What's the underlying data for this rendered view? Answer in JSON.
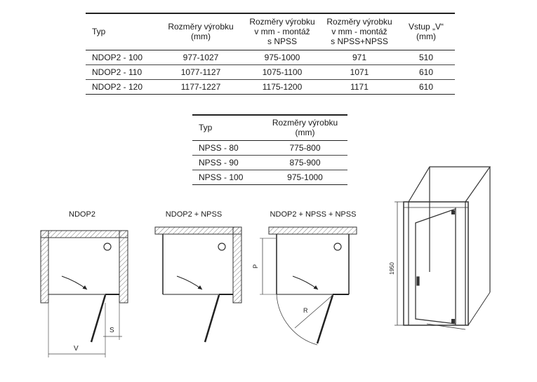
{
  "table1": {
    "headers": [
      "Typ",
      "Rozměry výrobku\n(mm)",
      "Rozměry výrobku\nv mm - montáž\ns NPSS",
      "Rozměry výrobku\nv mm - montáž\ns NPSS+NPSS",
      "Vstup „V“\n(mm)"
    ],
    "rows": [
      [
        "NDOP2 - 100",
        "977-1027",
        "975-1000",
        "971",
        "510"
      ],
      [
        "NDOP2 - 110",
        "1077-1127",
        "1075-1100",
        "1071",
        "610"
      ],
      [
        "NDOP2 - 120",
        "1177-1227",
        "1175-1200",
        "1171",
        "610"
      ]
    ]
  },
  "table2": {
    "headers": [
      "Typ",
      "Rozměry výrobku\n(mm)"
    ],
    "rows": [
      [
        "NPSS - 80",
        "775-800"
      ],
      [
        "NPSS - 90",
        "875-900"
      ],
      [
        "NPSS - 100",
        "975-1000"
      ]
    ]
  },
  "diagrams": {
    "titles": [
      "NDOP2",
      "NDOP2 + NPSS",
      "NDOP2 + NPSS + NPSS"
    ],
    "labels": {
      "s": "S",
      "v": "V",
      "p": "P",
      "r": "R",
      "height": "1950"
    }
  }
}
